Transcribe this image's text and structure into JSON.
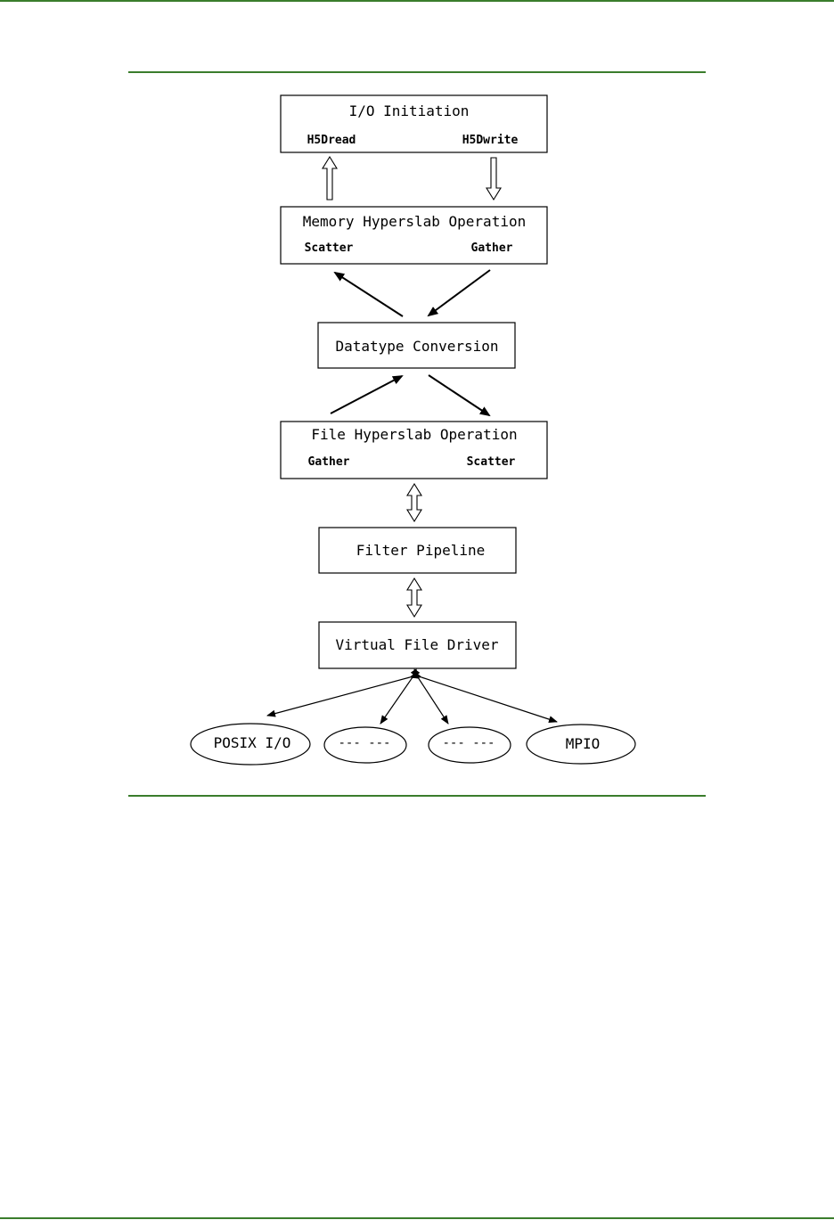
{
  "page": {
    "accent_color": "#3a7d2c"
  },
  "diagram": {
    "io_initiation": {
      "title": "I/O Initiation",
      "left": "H5Dread",
      "right": "H5Dwrite"
    },
    "memory_hyperslab": {
      "title": "Memory Hyperslab Operation",
      "left": "Scatter",
      "right": "Gather"
    },
    "datatype_conversion": {
      "title": "Datatype Conversion"
    },
    "file_hyperslab": {
      "title": "File Hyperslab Operation",
      "left": "Gather",
      "right": "Scatter"
    },
    "filter_pipeline": {
      "title": "Filter Pipeline"
    },
    "virtual_file_driver": {
      "title": "Virtual File Driver"
    },
    "drivers": [
      {
        "label": "POSIX I/O"
      },
      {
        "label": "--- ---"
      },
      {
        "label": "--- ---"
      },
      {
        "label": "MPIO"
      }
    ]
  }
}
